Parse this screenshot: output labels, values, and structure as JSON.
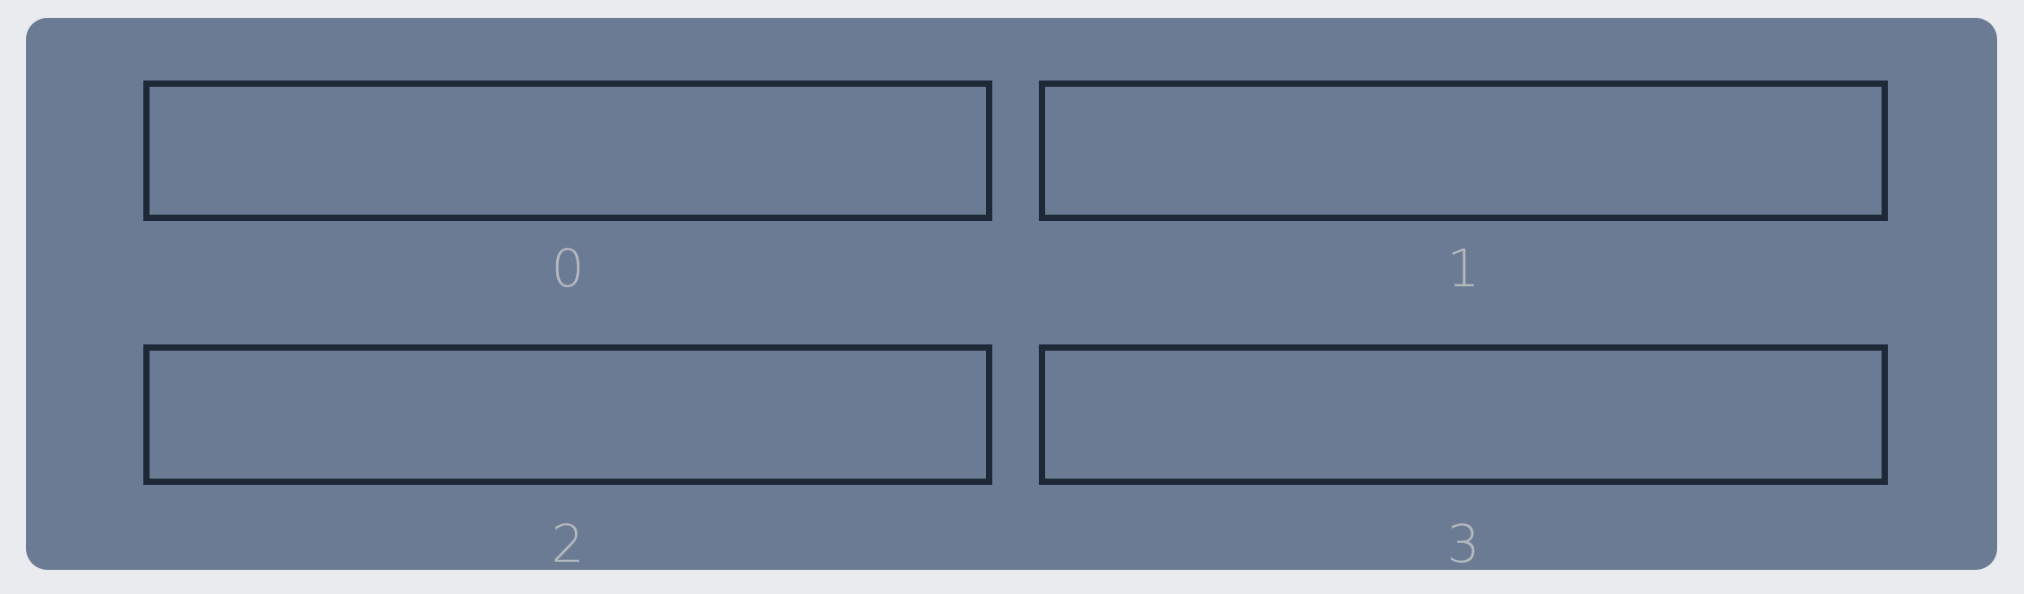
{
  "panel": {
    "background_color": "#6b7b93",
    "slots": [
      {
        "label": "0"
      },
      {
        "label": "1"
      },
      {
        "label": "2"
      },
      {
        "label": "3"
      }
    ]
  }
}
